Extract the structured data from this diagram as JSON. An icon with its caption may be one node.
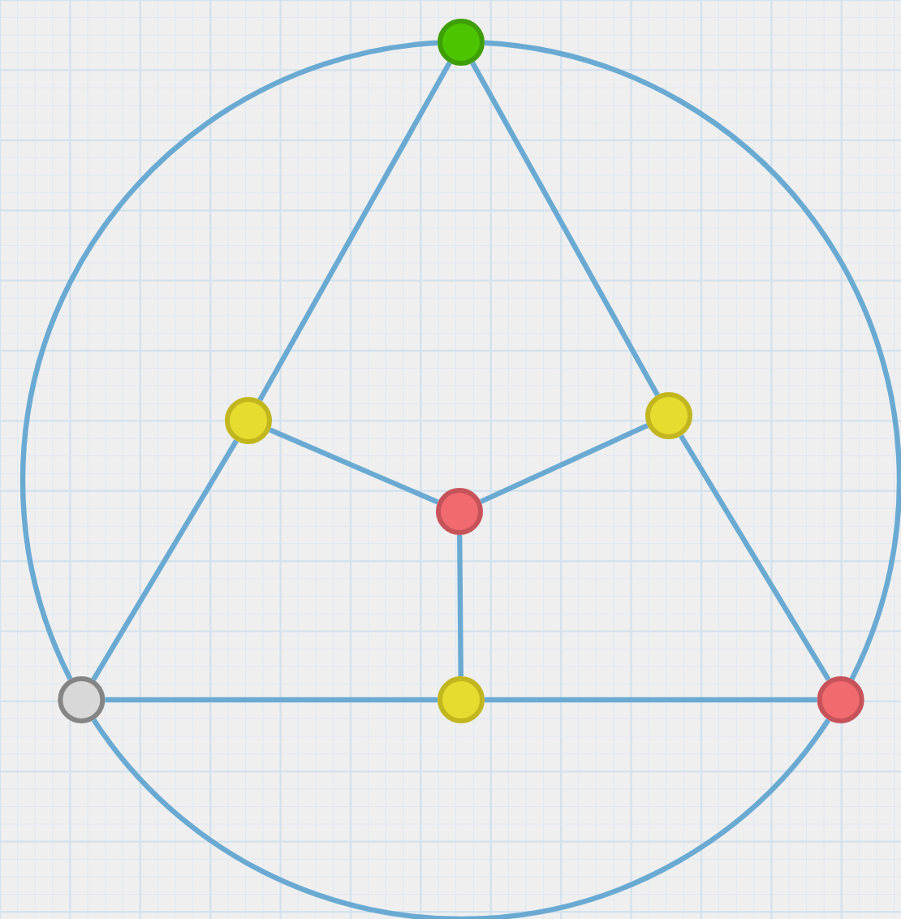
{
  "diagram": {
    "nodes": [
      {
        "text": [],
        "shape": "circle"
      },
      {
        "text": [],
        "shape": "circle"
      },
      {
        "text": [],
        "shape": "circle"
      },
      {
        "text": [],
        "shape": "circle"
      },
      {
        "text": [],
        "shape": "circle"
      },
      {
        "text": [],
        "shape": "circle"
      },
      {
        "text": [],
        "shape": "circle"
      }
    ],
    "edges": [
      {
        "from": 0,
        "to": 1,
        "arrow": "none"
      },
      {
        "from": 1,
        "to": 4,
        "arrow": "none"
      },
      {
        "from": 0,
        "to": 2,
        "arrow": "none"
      },
      {
        "from": 2,
        "to": 6,
        "arrow": "none"
      },
      {
        "from": 1,
        "to": 3,
        "arrow": "none"
      },
      {
        "from": 2,
        "to": 3,
        "arrow": "none"
      },
      {
        "from": 3,
        "to": 5,
        "arrow": "none"
      },
      {
        "from": 4,
        "to": 5,
        "arrow": "none"
      },
      {
        "from": 5,
        "to": 6,
        "arrow": "none"
      },
      {
        "from": 0,
        "to": 4,
        "arrow": "none"
      },
      {
        "from": 4,
        "to": 6,
        "arrow": "none"
      },
      {
        "from": 6,
        "to": 0,
        "arrow": "none"
      }
    ]
  }
}
